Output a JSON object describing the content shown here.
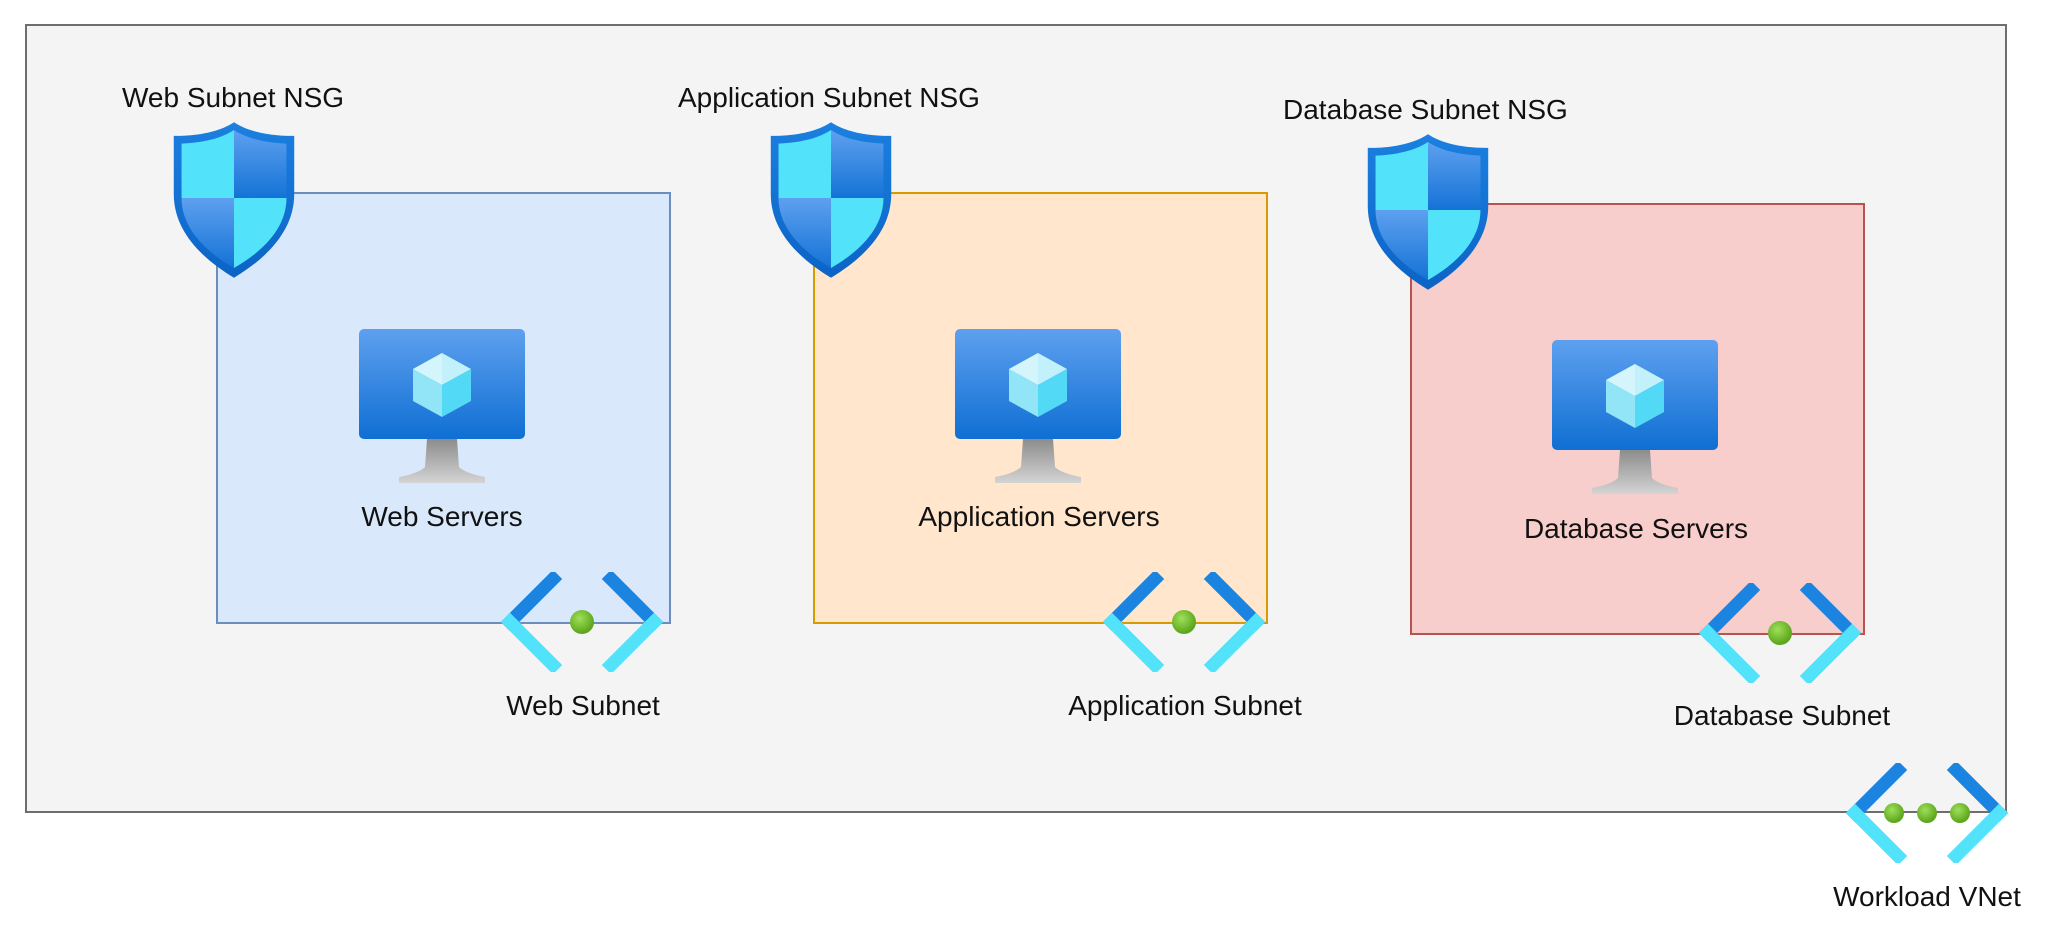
{
  "vnet": {
    "label": "Workload VNet"
  },
  "subnets": {
    "web": {
      "label": "Web Subnet",
      "nsg_label": "Web Subnet NSG",
      "servers_label": "Web Servers"
    },
    "app": {
      "label": "Application Subnet",
      "nsg_label": "Application Subnet NSG",
      "servers_label": "Application Servers"
    },
    "db": {
      "label": "Database Subnet",
      "nsg_label": "Database Subnet NSG",
      "servers_label": "Database Servers"
    }
  },
  "icons": {
    "nsg": "shield-icon",
    "vm": "virtual-machine-icon",
    "subnet": "subnet-icon",
    "vnet": "virtual-network-icon"
  },
  "colors": {
    "web_fill": "#dae8fc",
    "web_border": "#6c8ebf",
    "app_fill": "#ffe6cc",
    "app_border": "#d79b00",
    "db_fill": "#f8cecc",
    "db_border": "#b85450",
    "vnet_fill": "#f4f4f4",
    "vnet_border": "#6e6e6e"
  }
}
